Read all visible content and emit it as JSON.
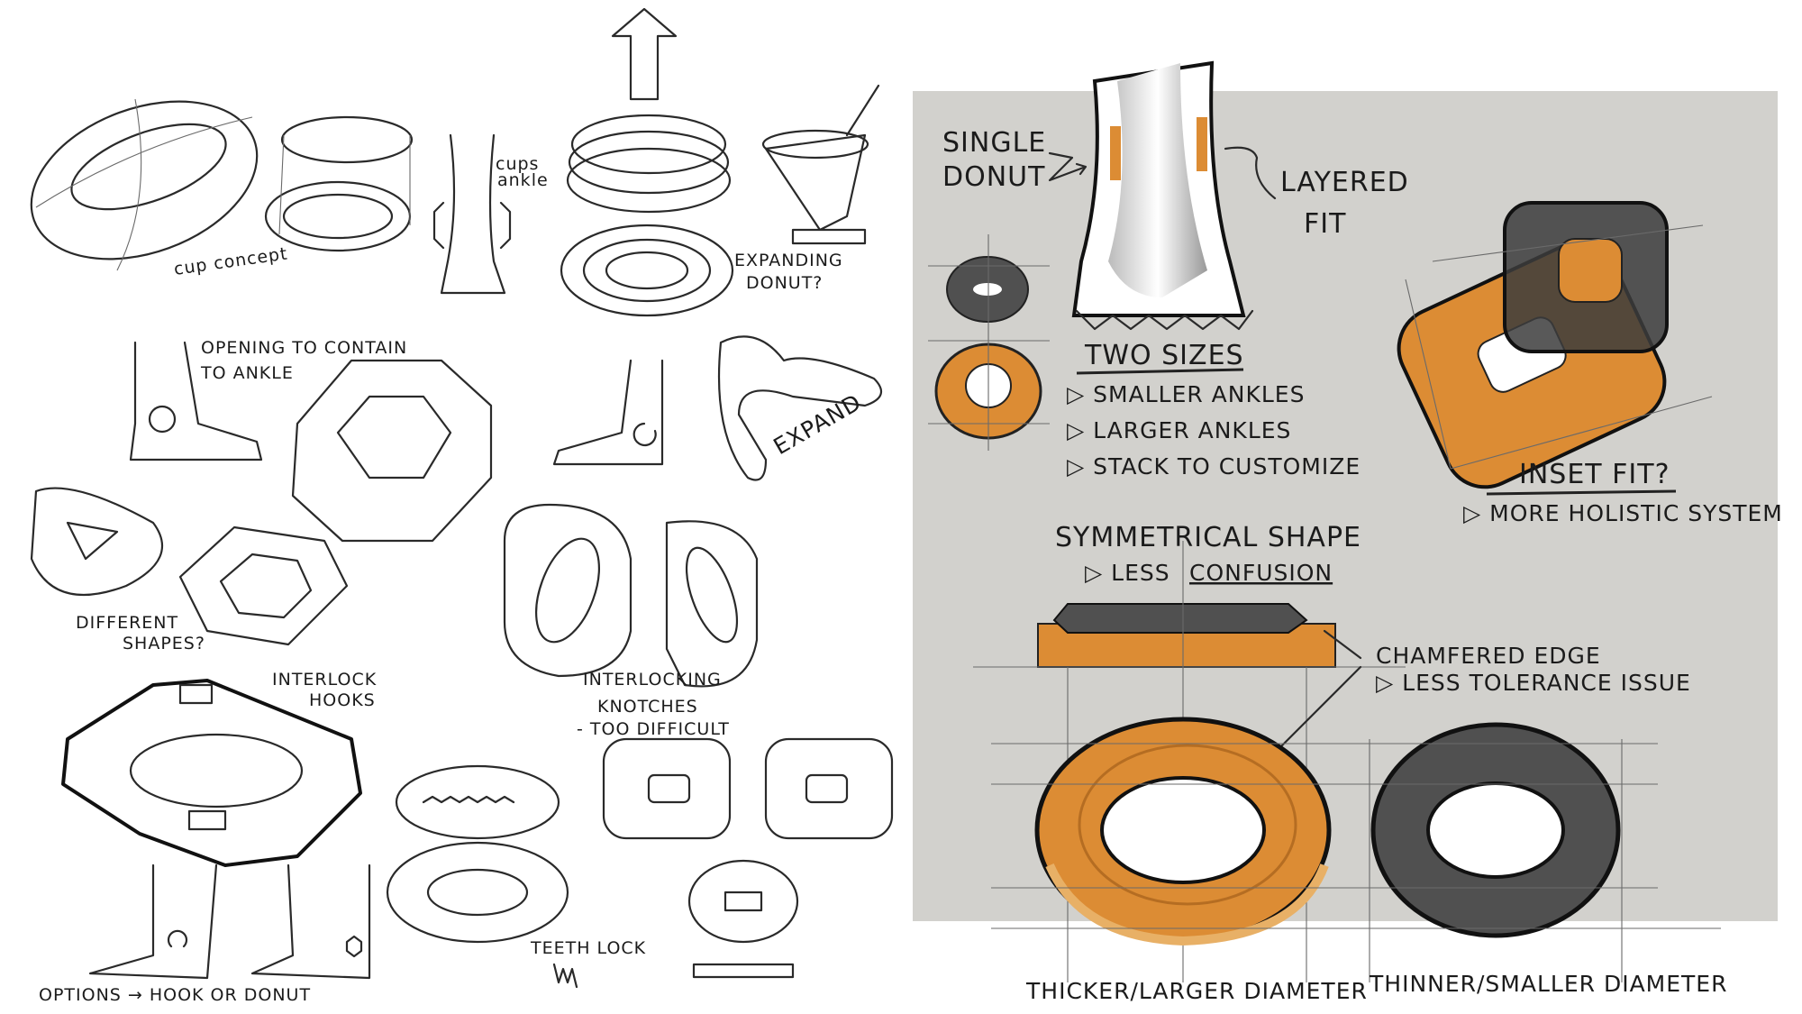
{
  "colors": {
    "orange": "#dc8c34",
    "orange_light": "#e8b066",
    "dark": "#505050",
    "panel": "#d2d1cd",
    "ink": "#1b1b1b"
  },
  "left_notes": {
    "cup_concept": "cup concept",
    "cups_ankle": [
      "cups",
      "ankle"
    ],
    "expanding_donut": [
      "EXPANDING",
      "DONUT?"
    ],
    "opening": [
      "OPENING TO CONTAIN",
      "TO ANKLE"
    ],
    "expand": "EXPAND",
    "different_shapes": [
      "DIFFERENT",
      "SHAPES?"
    ],
    "interlock_hooks": [
      "INTERLOCK",
      "HOOKS"
    ],
    "interlocking_knotches": [
      "INTERLOCKING",
      "KNOTCHES",
      "- TOO DIFFICULT"
    ],
    "teeth_lock": "TEETH LOCK",
    "options": "OPTIONS → HOOK OR DONUT"
  },
  "right_notes": {
    "single_donut": [
      "SINGLE",
      "DONUT"
    ],
    "layered_fit": [
      "LAYERED",
      "FIT"
    ],
    "two_sizes": "TWO SIZES",
    "two_sizes_items": [
      "▷ SMALLER ANKLES",
      "▷ LARGER ANKLES",
      "▷ STACK TO CUSTOMIZE"
    ],
    "inset_fit": "INSET FIT?",
    "inset_item": "▷ MORE HOLISTIC   SYSTEM",
    "symmetrical": "SYMMETRICAL SHAPE",
    "symmetrical_item_prefix": "▷ LESS",
    "symmetrical_item_word": "CONFUSION",
    "chamfered": [
      "CHAMFERED EDGE",
      "▷ LESS TOLERANCE ISSUE"
    ],
    "thicker": "THICKER/LARGER DIAMETER",
    "thinner": "THINNER/SMALLER DIAMETER"
  }
}
